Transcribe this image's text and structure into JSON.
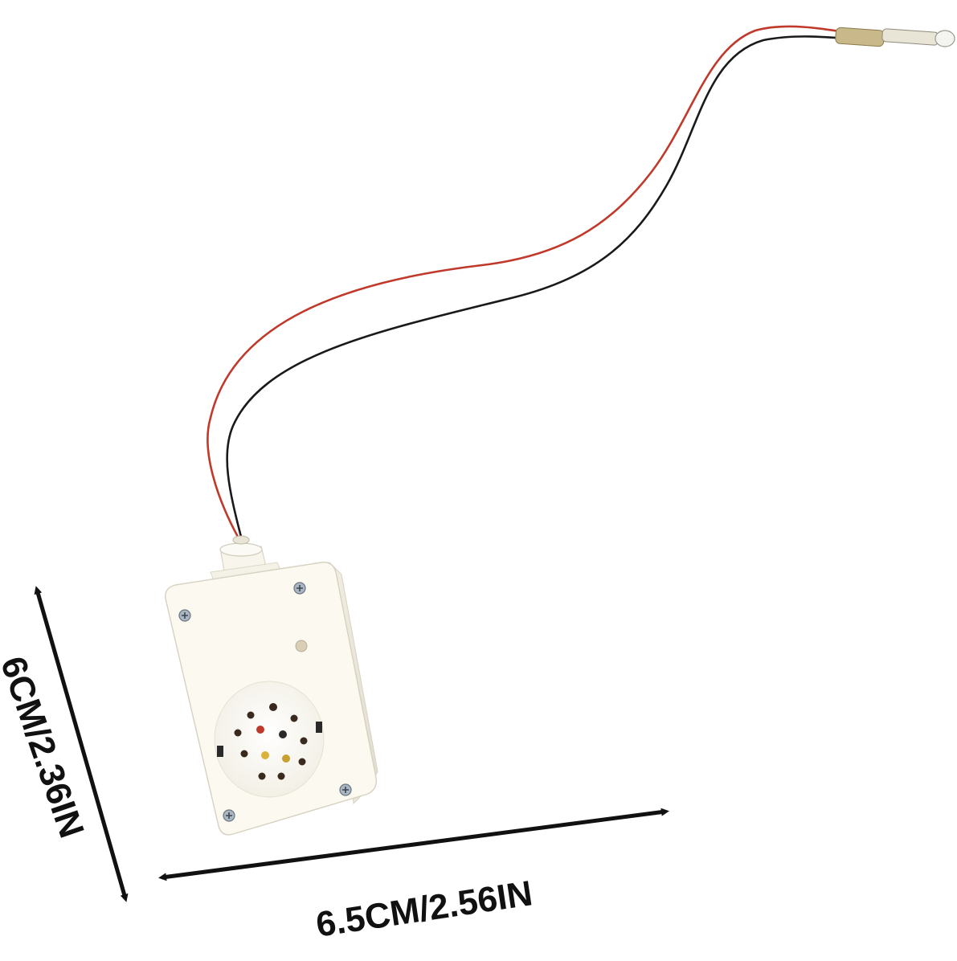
{
  "product": {
    "name": "voice sound module with red and black wires",
    "body_color": "#fbf9f0",
    "wire_colors": {
      "red": "#c0392b",
      "black": "#1a1a1a"
    }
  },
  "dimensions": {
    "height_label": "6CM/2.36IN",
    "width_label": "6.5CM/2.56IN"
  },
  "icons": {
    "arrows": "double-headed-arrow",
    "screws": "phillips-screw"
  }
}
